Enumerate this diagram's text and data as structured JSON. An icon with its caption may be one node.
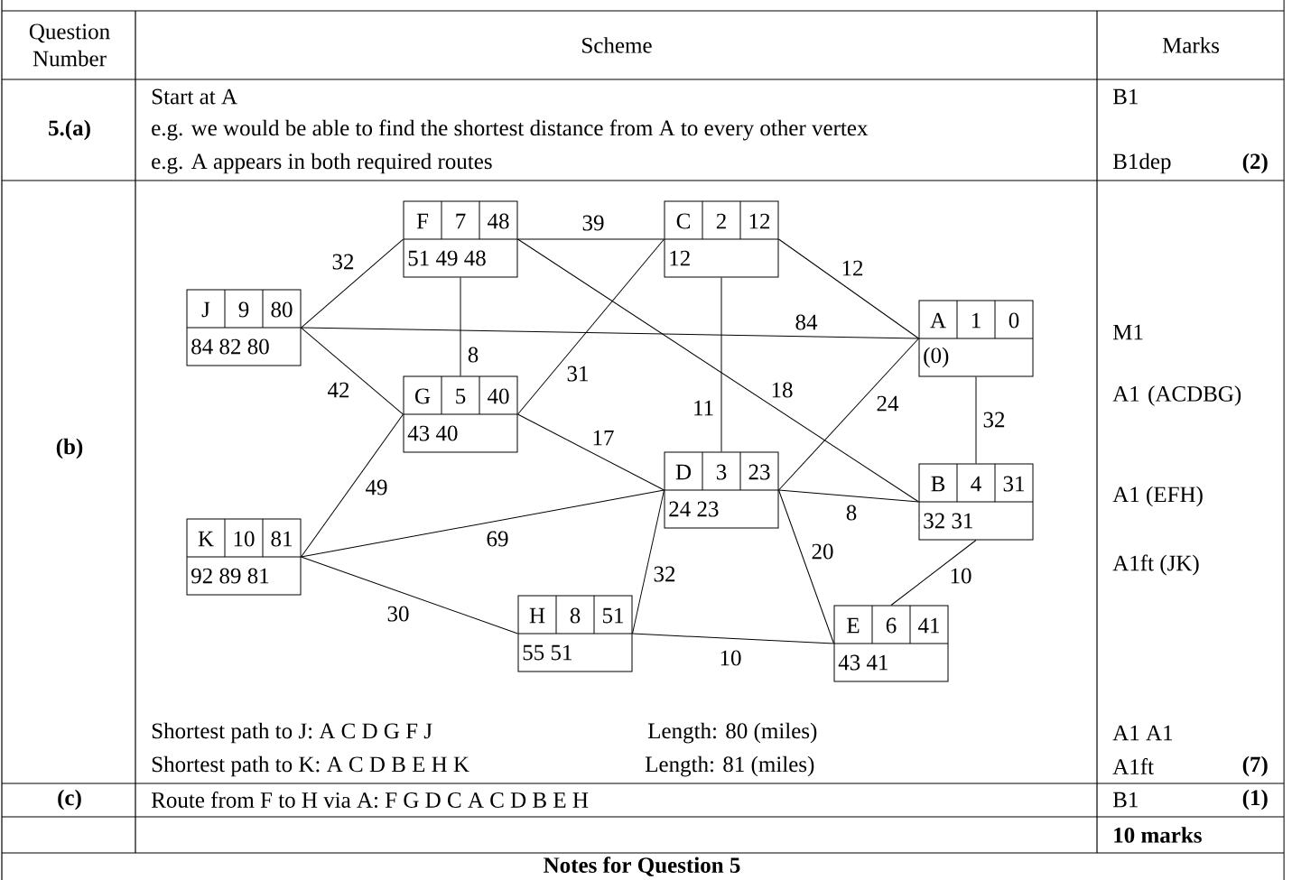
{
  "diagram": {
    "nodes": [
      {
        "text": [
          "F",
          "7",
          "48",
          "51 49 48"
        ]
      },
      {
        "text": [
          "C",
          "2",
          "12",
          "12"
        ]
      },
      {
        "text": [
          "J",
          "9",
          "80",
          "84 82 80"
        ]
      },
      {
        "text": [
          "A",
          "1",
          "0",
          "(0)"
        ]
      },
      {
        "text": [
          "G",
          "5",
          "40",
          "43 40"
        ]
      },
      {
        "text": [
          "D",
          "3",
          "23",
          "24 23"
        ]
      },
      {
        "text": [
          "B",
          "4",
          "31",
          "32 31"
        ]
      },
      {
        "text": [
          "K",
          "10",
          "81",
          "92 89 81"
        ]
      },
      {
        "text": [
          "H",
          "8",
          "51",
          "55 51"
        ]
      },
      {
        "text": [
          "E",
          "6",
          "41",
          "43 41"
        ]
      }
    ],
    "edges": [
      {
        "from": 2,
        "to": 0,
        "arrow": "none",
        "label": "32"
      },
      {
        "from": 0,
        "to": 1,
        "arrow": "none",
        "label": "39"
      },
      {
        "from": 1,
        "to": 3,
        "arrow": "none",
        "label": "12"
      },
      {
        "from": 2,
        "to": 3,
        "arrow": "none",
        "label": "84"
      },
      {
        "from": 0,
        "to": 4,
        "arrow": "none",
        "label": "8"
      },
      {
        "from": 2,
        "to": 4,
        "arrow": "none",
        "label": "42"
      },
      {
        "from": 4,
        "to": 1,
        "arrow": "none",
        "label": "31"
      },
      {
        "from": 0,
        "to": 6,
        "arrow": "none",
        "label": "18"
      },
      {
        "from": 1,
        "to": 5,
        "arrow": "none",
        "label": "11"
      },
      {
        "from": 5,
        "to": 3,
        "arrow": "none",
        "label": "24"
      },
      {
        "from": 3,
        "to": 6,
        "arrow": "none",
        "label": "32"
      },
      {
        "from": 4,
        "to": 5,
        "arrow": "none",
        "label": "17"
      },
      {
        "from": 7,
        "to": 4,
        "arrow": "none",
        "label": "49"
      },
      {
        "from": 7,
        "to": 5,
        "arrow": "none",
        "label": "69"
      },
      {
        "from": 5,
        "to": 6,
        "arrow": "none",
        "label": "8"
      },
      {
        "from": 5,
        "to": 9,
        "arrow": "none",
        "label": "20"
      },
      {
        "from": 6,
        "to": 9,
        "arrow": "none",
        "label": "10"
      },
      {
        "from": 5,
        "to": 8,
        "arrow": "none",
        "label": "32"
      },
      {
        "from": 7,
        "to": 8,
        "arrow": "none",
        "label": "30"
      },
      {
        "from": 8,
        "to": 9,
        "arrow": "none",
        "label": "10"
      }
    ],
    "labels": [
      "Question Number",
      "Scheme",
      "Marks",
      "5.(a)",
      "Start at A",
      "e.g. we would be able to find the shortest distance from A to every other vertex",
      "e.g. A appears in both required routes",
      "B1",
      "B1dep",
      "(2)",
      "(b)",
      "M1",
      "A1 (ACDBG)",
      "A1 (EFH)",
      "A1ft (JK)",
      "Shortest path to J: A C D G F J",
      "Length: 80 (miles)",
      "A1 A1",
      "Shortest path to K: A C D B E H K",
      "Length: 81 (miles)",
      "A1ft",
      "(7)",
      "(c)",
      "Route from F to H via A: F G D C A C D B E H",
      "B1",
      "(1)",
      "10 marks",
      "Notes for Question 5"
    ]
  }
}
